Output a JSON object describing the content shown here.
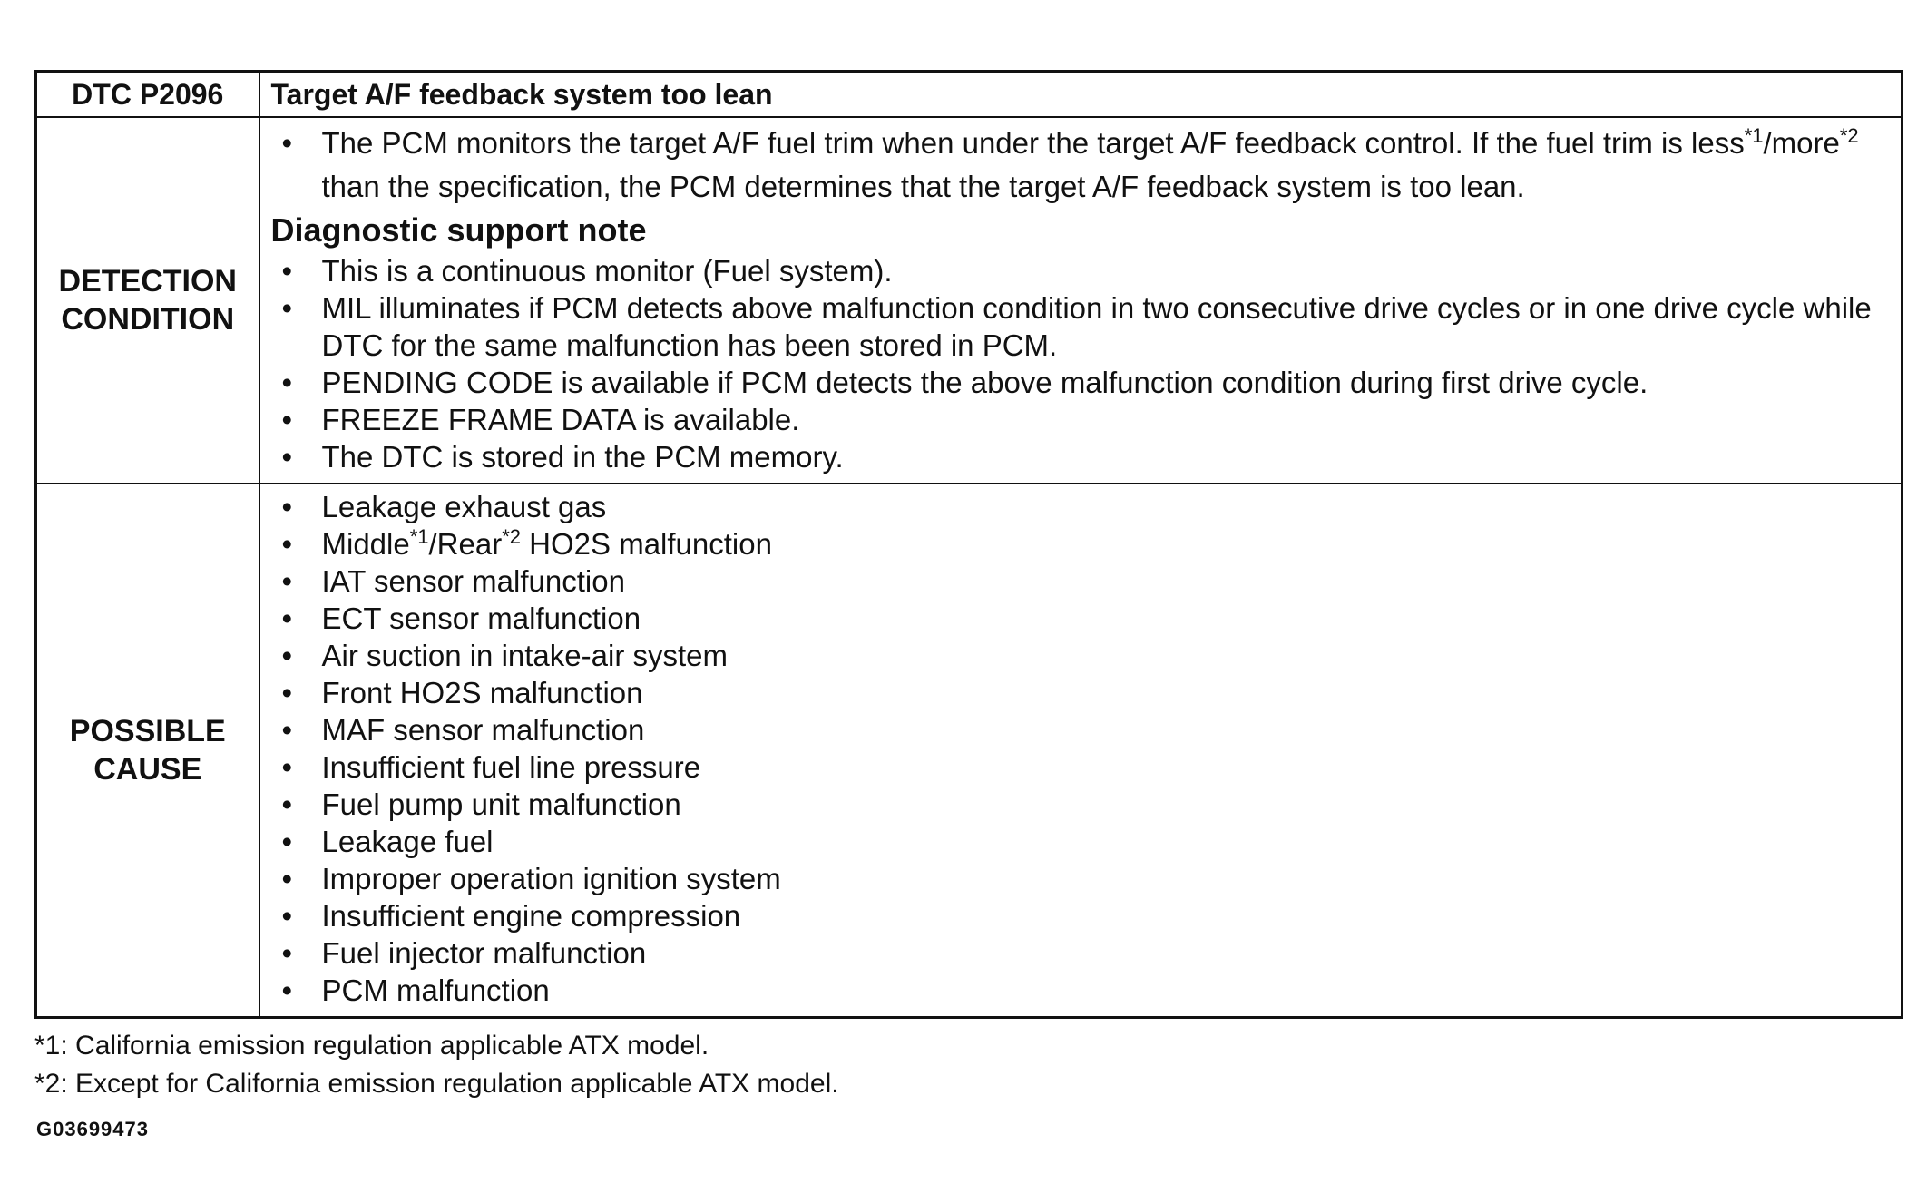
{
  "header": {
    "code": "DTC P2096",
    "title": "Target A/F feedback system too lean"
  },
  "detection": {
    "label_line1": "DETECTION",
    "label_line2": "CONDITION",
    "intro": {
      "part1": "The PCM monitors the target A/F fuel trim when under the target A/F feedback control. If the fuel trim is less",
      "sup1": "*1",
      "part2": "/more",
      "sup2": "*2",
      "part3": " than the specification, the PCM determines that the target A/F feedback system is too lean."
    },
    "support_note_heading": "Diagnostic support note",
    "support_items": [
      "This is a continuous monitor (Fuel system).",
      "MIL illuminates if PCM detects above malfunction condition in two consecutive drive cycles or in one drive cycle while DTC for the same malfunction has been stored in PCM.",
      "PENDING CODE is available if PCM detects the above malfunction condition during first drive cycle.",
      "FREEZE FRAME DATA is available.",
      "The DTC is stored in the PCM memory."
    ]
  },
  "possible_cause": {
    "label_line1": "POSSIBLE",
    "label_line2": "CAUSE",
    "item_first": "Leakage exhaust gas",
    "item_ho2s": {
      "part1": "Middle",
      "sup1": "*1",
      "part2": "/Rear",
      "sup2": "*2",
      "part3": " HO2S malfunction"
    },
    "items": [
      "IAT sensor malfunction",
      "ECT sensor malfunction",
      "Air suction in intake-air system",
      "Front HO2S malfunction",
      "MAF sensor malfunction",
      "Insufficient fuel line pressure",
      "Fuel pump unit malfunction",
      "Leakage fuel",
      "Improper operation ignition system",
      "Insufficient engine compression",
      "Fuel injector malfunction",
      "PCM malfunction"
    ]
  },
  "footnotes": [
    "*1:  California emission regulation applicable ATX model.",
    "*2:  Except for California emission regulation applicable ATX model."
  ],
  "image_code": "G03699473"
}
